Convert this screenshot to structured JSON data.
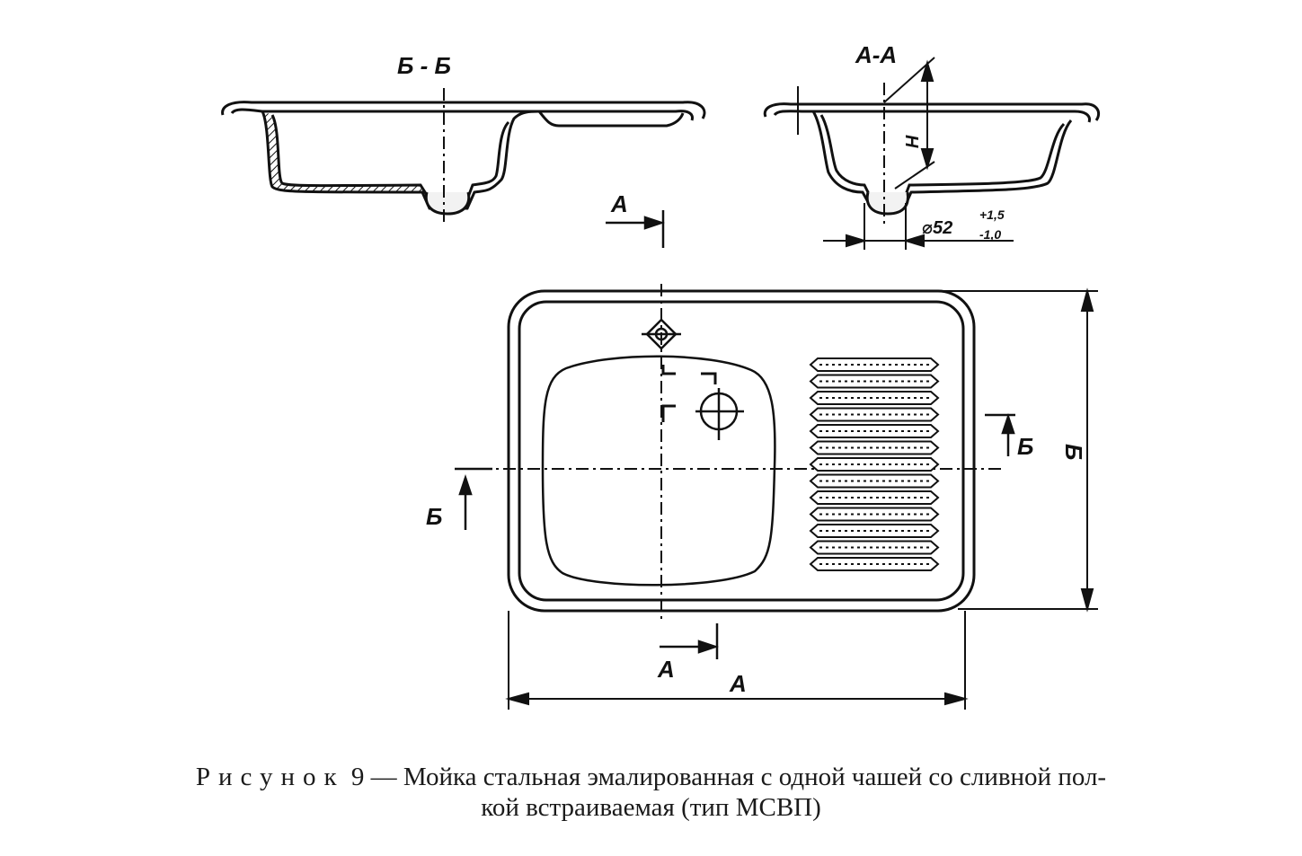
{
  "labels": {
    "section_b": "Б - Б",
    "section_a": "А-А",
    "dim_h": "Н",
    "diameter_main": "⌀52",
    "diameter_upper": "+1,5",
    "diameter_lower": "-1,0",
    "cut_a_top": "А",
    "cut_a_bottom": "А",
    "cut_b_left": "Б",
    "cut_b_right": "Б",
    "dim_width": "А",
    "dim_height": "Б"
  },
  "caption": {
    "prefix": "Рисунок",
    "number": "9",
    "line1_rest": "— Мойка стальная эмалированная с одной чашей со сливной пол-",
    "line2": "кой встраиваемая (тип МСВП)"
  },
  "colors": {
    "ink": "#111111",
    "paper": "#ffffff"
  }
}
